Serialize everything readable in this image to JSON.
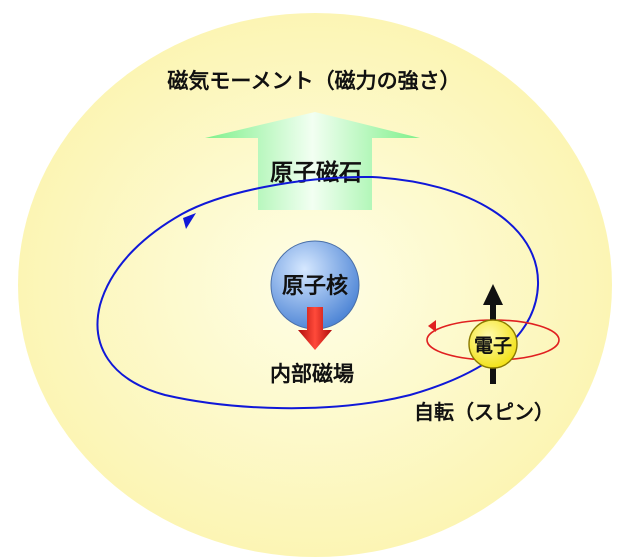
{
  "diagram": {
    "title": "磁気モーメント（磁力の強さ）",
    "atomic_magnet_label": "原子磁石",
    "nucleus_label": "原子核",
    "internal_field_label": "内部磁場",
    "electron_label": "電子",
    "spin_label": "自転（スピン）"
  },
  "colors": {
    "background_glow_center": "#fefee6",
    "background_glow_edge": "#fcf5b4",
    "arrow_green_center": "#f2fff2",
    "arrow_green_edge": "#7ff08a",
    "nucleus_light": "#d6e8ff",
    "nucleus_dark": "#4f86d6",
    "orbit_blue": "#1018d8",
    "internal_arrow_red": "#e01818",
    "electron_yellow": "#f8ec20",
    "spin_ring_red": "#e02020",
    "spin_arrow": "#111111"
  }
}
